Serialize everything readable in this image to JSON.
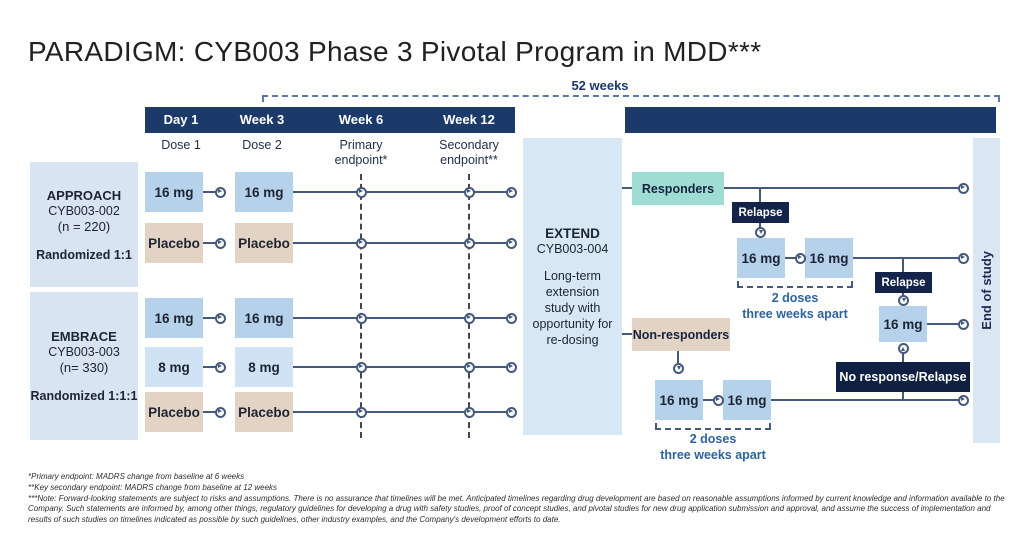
{
  "title": "PARADIGM: CYB003 Phase 3 Pivotal Program in MDD***",
  "timeline": {
    "bracket_label": "52 weeks",
    "columns": [
      {
        "label": "Day 1",
        "sub": "Dose 1"
      },
      {
        "label": "Week 3",
        "sub": "Dose 2"
      },
      {
        "label": "Week 6",
        "sub": "Primary endpoint*"
      },
      {
        "label": "Week 12",
        "sub": "Secondary endpoint**"
      }
    ]
  },
  "studies": {
    "approach": {
      "name": "APPROACH",
      "code": "CYB003-002",
      "enrollment": "(n = 220)",
      "randomization": "Randomized 1:1"
    },
    "embrace": {
      "name": "EMBRACE",
      "code": "CYB003-003",
      "enrollment": "(n= 330)",
      "randomization": "Randomized 1:1:1"
    },
    "extend": {
      "name": "EXTEND",
      "code": "CYB003-004",
      "description": "Long-term extension study with opportunity for re-dosing"
    }
  },
  "arms": {
    "approach": [
      {
        "dose1": "16 mg",
        "dose2": "16 mg",
        "type": "active"
      },
      {
        "dose1": "Placebo",
        "dose2": "Placebo",
        "type": "placebo"
      }
    ],
    "embrace": [
      {
        "dose1": "16 mg",
        "dose2": "16 mg",
        "type": "active"
      },
      {
        "dose1": "8 mg",
        "dose2": "8 mg",
        "type": "active-light"
      },
      {
        "dose1": "Placebo",
        "dose2": "Placebo",
        "type": "placebo"
      }
    ]
  },
  "flow": {
    "responders": "Responders",
    "non_responders": "Non-responders",
    "relapse_top": "Relapse",
    "relapse_mid": "Relapse",
    "no_response": "No response/Relapse",
    "redose": {
      "r1": "16 mg",
      "r2": "16 mg",
      "r3": "16 mg",
      "n1": "16 mg",
      "n2": "16 mg"
    },
    "doses_note_top": {
      "line1": "2 doses",
      "line2": "three weeks apart"
    },
    "doses_note_bottom": {
      "line1": "2 doses",
      "line2": "three weeks apart"
    },
    "end_of_study": "End of study"
  },
  "footnotes": [
    "*Primary endpoint: MADRS change from baseline at 6 weeks",
    "**Key secondary endpoint: MADRS change from baseline at 12 weeks",
    "***Note: Forward-looking statements are subject to risks and assumptions. There is no assurance that timelines will be met. Anticipated timelines regarding drug development are based on reasonable assumptions informed by current knowledge and information available to the Company. Such statements are informed by, among other things, regulatory guidelines for developing a drug with safety studies, proof of concept studies, and pivotal studies for new drug application submission and approval, and assume the success of implementation and results of such studies on timelines indicated as possible by such guidelines, other industry examples, and the Company's development efforts to date."
  ],
  "colors": {
    "navy": "#1b3a6a",
    "dark_navy_box": "#13234a",
    "darker_navy_box": "#0f2042",
    "active_dose": "#b5d2ea",
    "active_dose_light": "#cfe3f4",
    "placebo": "#e3d3c4",
    "responders_teal": "#9edcd4",
    "panel_blue": "#d8e4f1",
    "line": "#44597c",
    "note_blue": "#2e639e"
  }
}
